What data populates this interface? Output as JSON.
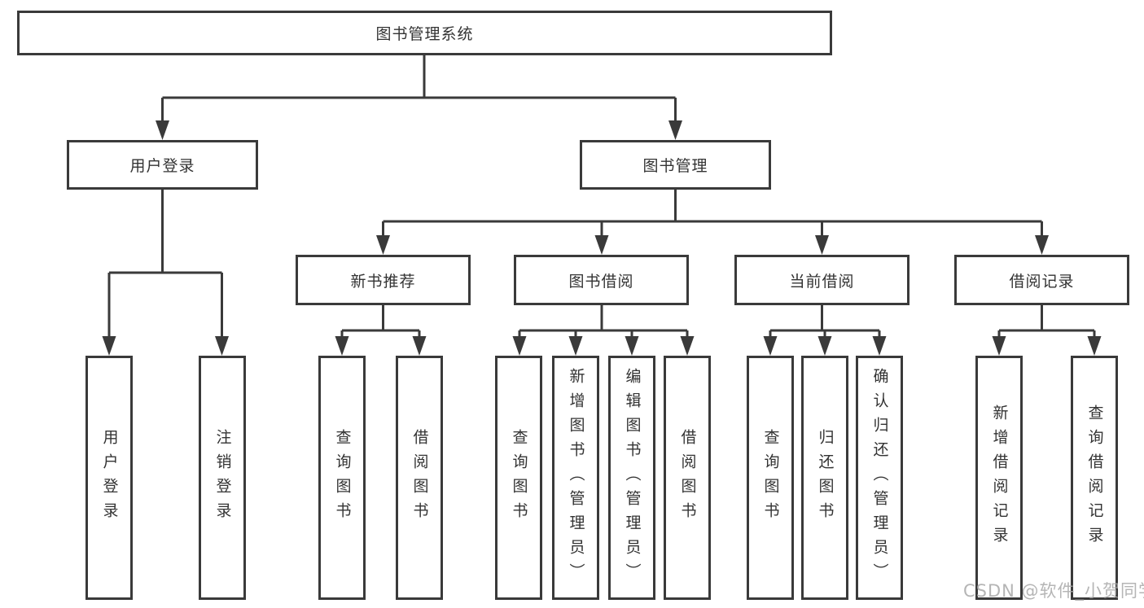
{
  "diagram": {
    "title": "图书管理系统",
    "root": {
      "label": "图书管理系统"
    },
    "level2": {
      "user_login": {
        "label": "用户登录"
      },
      "book_management": {
        "label": "图书管理"
      }
    },
    "level3": {
      "new_book_recommend": {
        "label": "新书推荐"
      },
      "book_borrow": {
        "label": "图书借阅"
      },
      "current_borrow": {
        "label": "当前借阅"
      },
      "borrow_record": {
        "label": "借阅记录"
      }
    },
    "leaves": {
      "user_login": [
        "用户登录",
        "注销登录"
      ],
      "new_book_recommend": [
        "查询图书",
        "借阅图书"
      ],
      "book_borrow": [
        "查询图书",
        "新增图书（管理员）",
        "编辑图书（管理员）",
        "借阅图书"
      ],
      "current_borrow": [
        "查询图书",
        "归还图书",
        "确认归还（管理员）"
      ],
      "borrow_record": [
        "新增借阅记录",
        "查询借阅记录"
      ]
    }
  },
  "watermark": {
    "text": "CSDN @软件_小贺同学"
  },
  "colors": {
    "line": "#3a3a3a",
    "text": "#333333",
    "watermark": "#a9a9a9",
    "bg": "#ffffff"
  }
}
